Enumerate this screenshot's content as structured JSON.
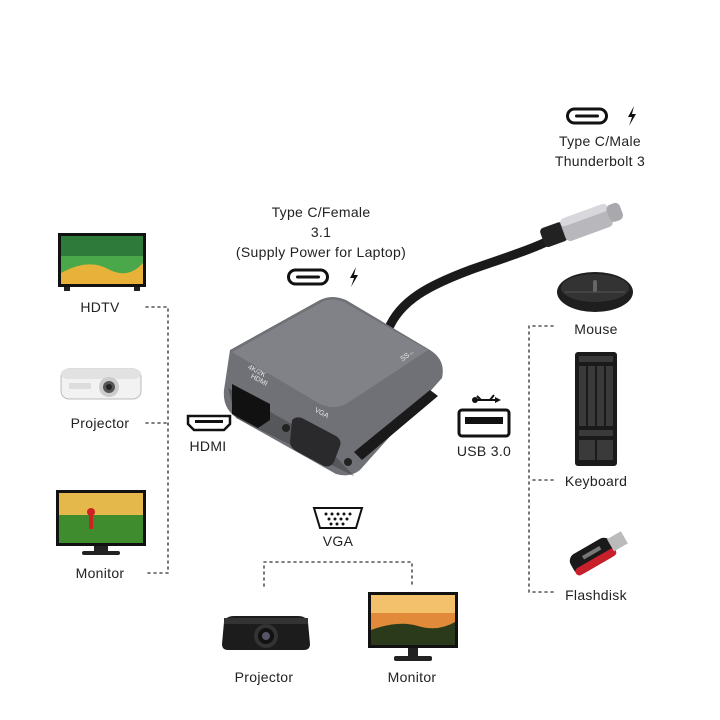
{
  "top_connector": {
    "line1": "Type C/Male",
    "line2": "Thunderbolt 3"
  },
  "female_port": {
    "line1": "Type C/Female",
    "line2": "3.1",
    "line3": "(Supply Power for Laptop)"
  },
  "hub": {
    "label_4k": "4K/2K",
    "label_hdmi": "HDMI",
    "label_vga": "VGA",
    "label_ss": "SS←"
  },
  "ports": {
    "hdmi": "HDMI",
    "vga": "VGA",
    "usb": "USB 3.0"
  },
  "left_devices": {
    "hdtv": "HDTV",
    "projector": "Projector",
    "monitor": "Monitor"
  },
  "bottom_devices": {
    "projector": "Projector",
    "monitor": "Monitor"
  },
  "right_devices": {
    "mouse": "Mouse",
    "keyboard": "Keyboard",
    "flashdisk": "Flashdisk"
  },
  "icons": [
    "usb-c-icon",
    "lightning-icon",
    "hdmi-port-icon",
    "vga-port-icon",
    "usb-port-icon"
  ]
}
